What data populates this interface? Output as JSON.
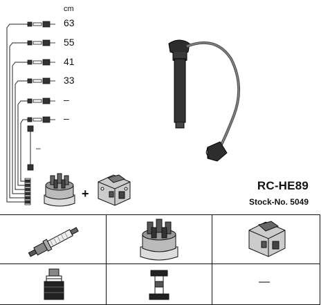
{
  "header": {
    "unit_label": "cm"
  },
  "lengths": [
    "63",
    "55",
    "41",
    "33",
    "–",
    "–"
  ],
  "extra_lead_label": "–",
  "plus_sign": "+",
  "product": {
    "model": "RC-HE89",
    "stock_label": "Stock-No. 5049"
  },
  "grid": {
    "boot_cell_right": "—"
  },
  "icons": {
    "spark_plug": "spark-plug-icon",
    "distributor_cap": "distributor-cap-icon",
    "ignition_coil": "ignition-coil-icon",
    "plug_boot": "plug-boot-icon",
    "cap_terminal": "cap-terminal-icon"
  }
}
